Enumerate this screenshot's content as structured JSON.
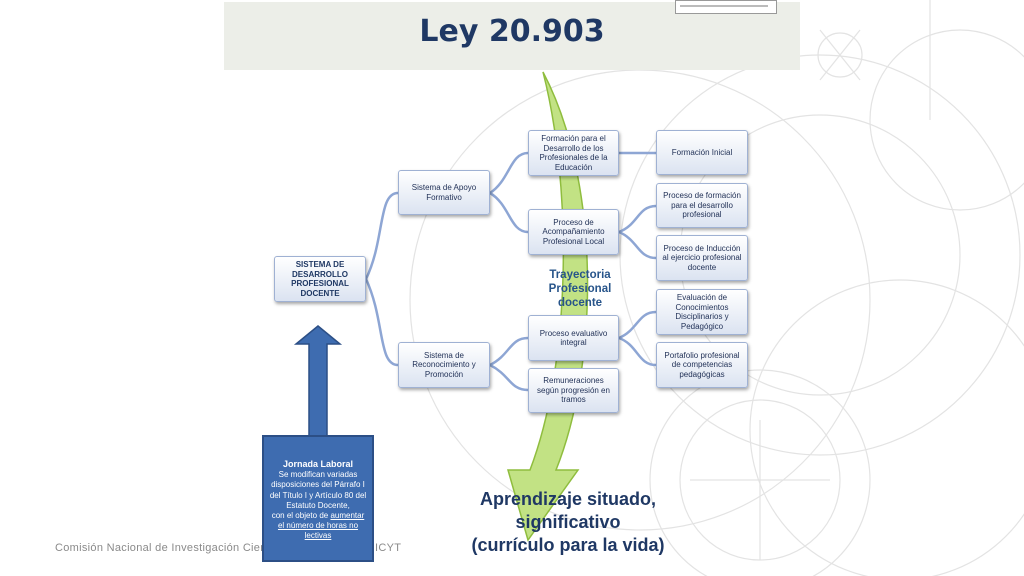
{
  "title": "Ley 20.903",
  "root": "SISTEMA DE DESARROLLO PROFESIONAL DOCENTE",
  "level1": {
    "apoyo": "Sistema de Apoyo Formativo",
    "reconocimiento": "Sistema de Reconocimiento y Promoción"
  },
  "level2": {
    "formacion": "Formación para el Desarrollo de los Profesionales de la Educación",
    "acompanamiento": "Proceso de Acompañamiento Profesional Local",
    "evaluativo": "Proceso evaluativo integral",
    "remuneraciones": "Remuneraciones según progresión en tramos"
  },
  "level3": {
    "inicial": "Formación Inicial",
    "proceso_formacion": "Proceso de formación para el desarrollo profesional",
    "induccion": "Proceso de Inducción al ejercicio profesional docente",
    "evaluacion": "Evaluación de Conocimientos Disciplinarios y Pedagógico",
    "portafolio": "Portafolio profesional de competencias pedagógicas"
  },
  "trayectoria": "Trayectoria Profesional docente",
  "jornada": {
    "title": "Jornada Laboral",
    "text": "Se modifican variadas disposiciones del Párrafo I del Título I y Artículo 80 del Estatuto Docente,",
    "text2": "con el objeto de ",
    "link": "aumentar el número de horas no lectivas"
  },
  "aprendizaje": {
    "line1": "Aprendizaje situado,",
    "line2": "significativo",
    "line3": "(currículo para la vida)"
  },
  "footer": {
    "left": "Comisión Nacional de Investigación Científi",
    "right": "ICYT"
  },
  "colors": {
    "title": "#1f3864",
    "arrow_green": "#a9d35a",
    "arrow_blue": "#3e6cb0",
    "connector": "#8ea6d4"
  }
}
